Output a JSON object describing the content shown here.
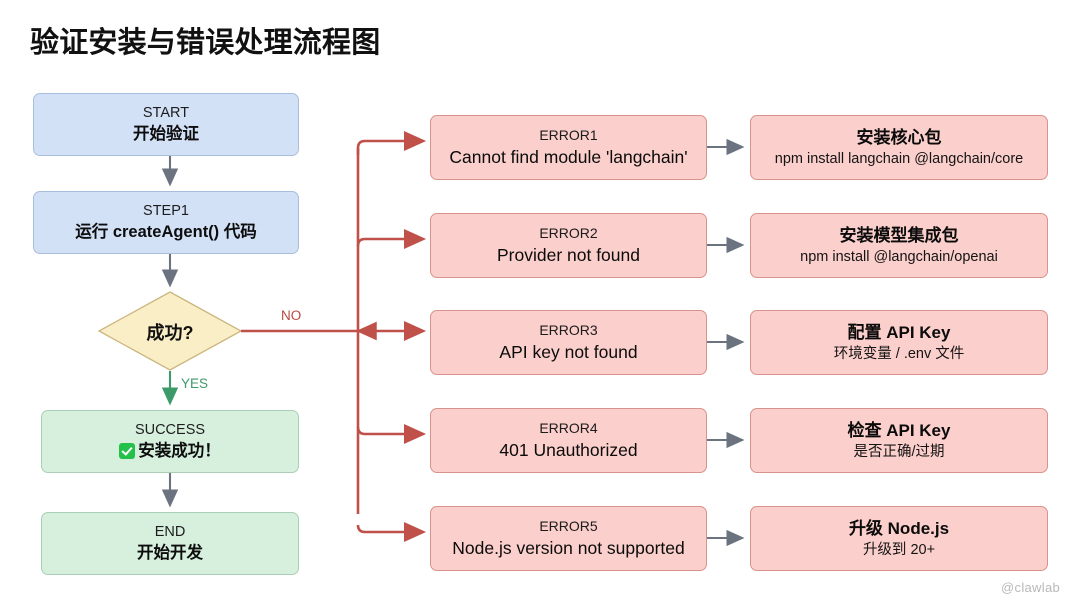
{
  "title": "验证安装与错误处理流程图",
  "watermark": "@clawlab",
  "colors": {
    "process_fill": "#d3e1f7",
    "process_stroke": "#a9bedd",
    "decision_fill": "#faeec6",
    "decision_stroke": "#cbb67e",
    "success_fill": "#d7f0de",
    "success_stroke": "#a9cfb5",
    "error_fill": "#fbcfcb",
    "error_stroke": "#d9938d",
    "arrow_gray": "#6b7280",
    "arrow_red": "#c0504a",
    "arrow_green": "#3d9a6b",
    "title_color": "#111111",
    "watermark_color": "#b8b8b8"
  },
  "main_flow": {
    "start": {
      "id": "START",
      "label": "START",
      "text": "开始验证"
    },
    "step1": {
      "id": "STEP1",
      "label": "STEP1",
      "text": "运行 createAgent() 代码"
    },
    "decision": {
      "id": "DECISION",
      "text": "成功?"
    },
    "success": {
      "id": "SUCCESS",
      "label": "SUCCESS",
      "text": "安装成功！",
      "has_check_icon": true
    },
    "end": {
      "id": "END",
      "label": "END",
      "text": "开始开发"
    }
  },
  "edge_labels": {
    "no": "NO",
    "yes": "YES"
  },
  "branches": [
    {
      "error": {
        "label": "ERROR1",
        "text": "Cannot find module 'langchain'"
      },
      "fix": {
        "title": "安装核心包",
        "detail": "npm install langchain @langchain/core"
      }
    },
    {
      "error": {
        "label": "ERROR2",
        "text": "Provider not found"
      },
      "fix": {
        "title": "安装模型集成包",
        "detail": "npm install @langchain/openai"
      }
    },
    {
      "error": {
        "label": "ERROR3",
        "text": "API key not found"
      },
      "fix": {
        "title": "配置 API Key",
        "detail": "环境变量 / .env 文件"
      }
    },
    {
      "error": {
        "label": "ERROR4",
        "text": "401 Unauthorized"
      },
      "fix": {
        "title": "检查 API Key",
        "detail": "是否正确/过期"
      }
    },
    {
      "error": {
        "label": "ERROR5",
        "text": "Node.js version not supported"
      },
      "fix": {
        "title": "升级 Node.js",
        "detail": "升级到 20+"
      }
    }
  ],
  "chart_data": {
    "type": "flowchart",
    "title": "验证安装与错误处理流程图",
    "orientation": "left-to-right with vertical main path",
    "nodes": [
      {
        "id": "START",
        "kind": "terminal",
        "color": "blue",
        "lines": [
          "START",
          "开始验证"
        ]
      },
      {
        "id": "STEP1",
        "kind": "process",
        "color": "blue",
        "lines": [
          "STEP1",
          "运行 createAgent() 代码"
        ]
      },
      {
        "id": "DECISION",
        "kind": "decision",
        "color": "yellow",
        "lines": [
          "成功?"
        ]
      },
      {
        "id": "SUCCESS",
        "kind": "process",
        "color": "green",
        "lines": [
          "SUCCESS",
          "✅ 安装成功！"
        ]
      },
      {
        "id": "END",
        "kind": "terminal",
        "color": "green",
        "lines": [
          "END",
          "开始开发"
        ]
      },
      {
        "id": "ERROR1",
        "kind": "error",
        "color": "pink",
        "lines": [
          "ERROR1",
          "Cannot find module 'langchain'"
        ]
      },
      {
        "id": "ERROR2",
        "kind": "error",
        "color": "pink",
        "lines": [
          "ERROR2",
          "Provider not found"
        ]
      },
      {
        "id": "ERROR3",
        "kind": "error",
        "color": "pink",
        "lines": [
          "ERROR3",
          "API key not found"
        ]
      },
      {
        "id": "ERROR4",
        "kind": "error",
        "color": "pink",
        "lines": [
          "ERROR4",
          "401 Unauthorized"
        ]
      },
      {
        "id": "ERROR5",
        "kind": "error",
        "color": "pink",
        "lines": [
          "ERROR5",
          "Node.js version not supported"
        ]
      },
      {
        "id": "FIX1",
        "kind": "fix",
        "color": "pink",
        "lines": [
          "安装核心包",
          "npm install langchain @langchain/core"
        ]
      },
      {
        "id": "FIX2",
        "kind": "fix",
        "color": "pink",
        "lines": [
          "安装模型集成包",
          "npm install @langchain/openai"
        ]
      },
      {
        "id": "FIX3",
        "kind": "fix",
        "color": "pink",
        "lines": [
          "配置 API Key",
          "环境变量 / .env 文件"
        ]
      },
      {
        "id": "FIX4",
        "kind": "fix",
        "color": "pink",
        "lines": [
          "检查 API Key",
          "是否正确/过期"
        ]
      },
      {
        "id": "FIX5",
        "kind": "fix",
        "color": "pink",
        "lines": [
          "升级 Node.js",
          "升级到 20+"
        ]
      }
    ],
    "edges": [
      {
        "from": "START",
        "to": "STEP1",
        "label": "",
        "color": "gray"
      },
      {
        "from": "STEP1",
        "to": "DECISION",
        "label": "",
        "color": "gray"
      },
      {
        "from": "DECISION",
        "to": "SUCCESS",
        "label": "YES",
        "color": "green"
      },
      {
        "from": "SUCCESS",
        "to": "END",
        "label": "",
        "color": "gray"
      },
      {
        "from": "DECISION",
        "to": "ERROR1",
        "label": "NO",
        "color": "red"
      },
      {
        "from": "DECISION",
        "to": "ERROR2",
        "label": "NO",
        "color": "red"
      },
      {
        "from": "DECISION",
        "to": "ERROR3",
        "label": "NO",
        "color": "red"
      },
      {
        "from": "DECISION",
        "to": "ERROR4",
        "label": "NO",
        "color": "red"
      },
      {
        "from": "DECISION",
        "to": "ERROR5",
        "label": "NO",
        "color": "red"
      },
      {
        "from": "ERROR1",
        "to": "FIX1",
        "label": "",
        "color": "gray"
      },
      {
        "from": "ERROR2",
        "to": "FIX2",
        "label": "",
        "color": "gray"
      },
      {
        "from": "ERROR3",
        "to": "FIX3",
        "label": "",
        "color": "gray"
      },
      {
        "from": "ERROR4",
        "to": "FIX4",
        "label": "",
        "color": "gray"
      },
      {
        "from": "ERROR5",
        "to": "FIX5",
        "label": "",
        "color": "gray"
      }
    ]
  }
}
